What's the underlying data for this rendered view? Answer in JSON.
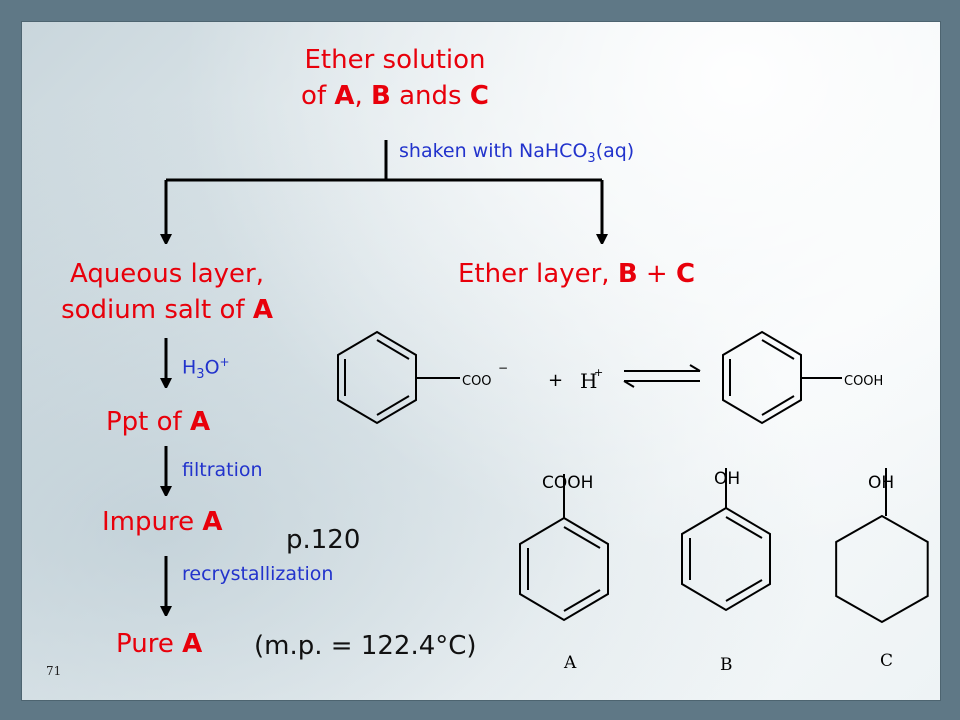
{
  "slide_number": "71",
  "top_node": {
    "line1": "Ether solution",
    "line2_prefix": "of ",
    "line2_a": "A",
    "line2_comma": ", ",
    "line2_b": "B",
    "line2_mid": " ands ",
    "line2_c": "C"
  },
  "step_shake": {
    "text": "shaken with NaHCO",
    "sub": "3",
    "suffix": "(aq)"
  },
  "aqueous_node": {
    "line1": "Aqueous layer,",
    "line2_prefix": "sodium salt of ",
    "line2_a": "A"
  },
  "ether_node": {
    "prefix": "Ether layer, ",
    "b": "B",
    "plus": " + ",
    "c": "C"
  },
  "step_acid": {
    "h": "H",
    "sub": "3",
    "o": "O",
    "sup": "+"
  },
  "ppt_node": {
    "prefix": "Ppt of ",
    "a": "A"
  },
  "step_filtration": "filtration",
  "impure_node": {
    "prefix": "Impure ",
    "a": "A"
  },
  "page_ref": "p.120",
  "step_recryst": "recrystallization",
  "pure_node": {
    "prefix": "Pure ",
    "a": "A"
  },
  "melting_point": "(m.p. = 122.4°C)",
  "equation": {
    "coo": "COO",
    "minus": "−",
    "plus": "+",
    "h": "H",
    "hplus": "+",
    "cooh": "COOH"
  },
  "structures": {
    "a_group": "COOH",
    "a_label": "A",
    "b_group": "OH",
    "b_label": "B",
    "c_group": "OH",
    "c_label": "C"
  },
  "colors": {
    "node_text": "#e8000b",
    "step_text": "#2233cc",
    "arrows": "#000000"
  }
}
